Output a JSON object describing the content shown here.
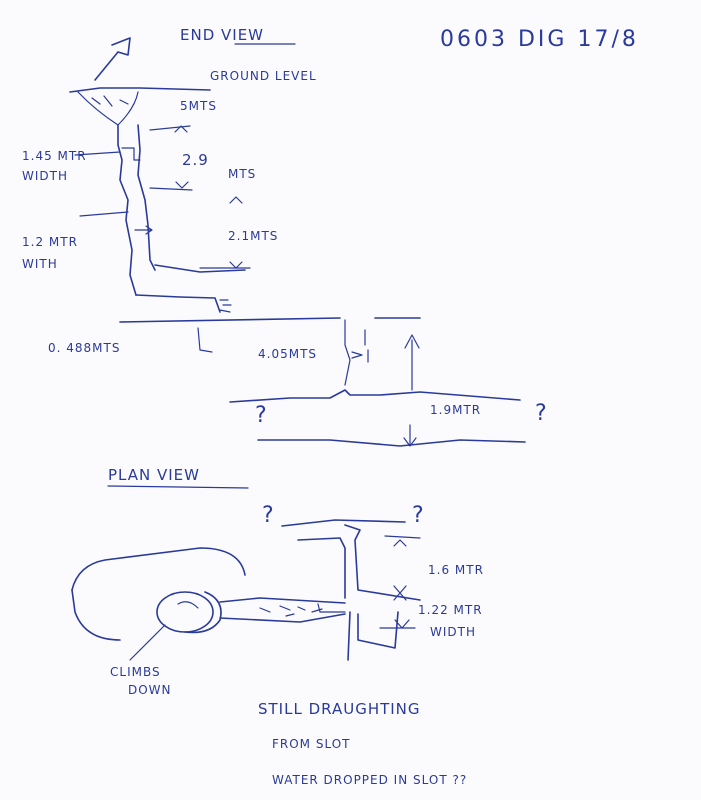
{
  "header": {
    "end_view_title": "END VIEW",
    "dig_code": "0603 DIG 17/8"
  },
  "end_view": {
    "ground_level": "GROUND LEVEL",
    "depth_5m": "5MTS",
    "width_145": "1.45 MTR",
    "width_145_sub": "WIDTH",
    "depth_29": "2.9",
    "depth_29_unit": "MTS",
    "width_12": "1.2 MTR",
    "width_12_sub": "WITH",
    "depth_21": "2.1MTS",
    "gap_0488": "0. 488MTS",
    "length_405": "4.05MTS",
    "height_19": "1.9MTR",
    "question_left": "?",
    "question_right": "?"
  },
  "plan_view": {
    "title": "PLAN VIEW",
    "question_left": "?",
    "question_right": "?",
    "length_16": "1.6 MTR",
    "width_122": "1.22 MTR",
    "width_122_sub": "WIDTH",
    "climb_down_1": "CLIMBS",
    "climb_down_2": "DOWN"
  },
  "notes": {
    "line1": "STILL DRAUGHTING",
    "line2": "FROM SLOT",
    "line3": "WATER DROPPED IN SLOT ??"
  },
  "colors": {
    "ink": "#2a3a9a",
    "paper": "#fbfbfd"
  }
}
